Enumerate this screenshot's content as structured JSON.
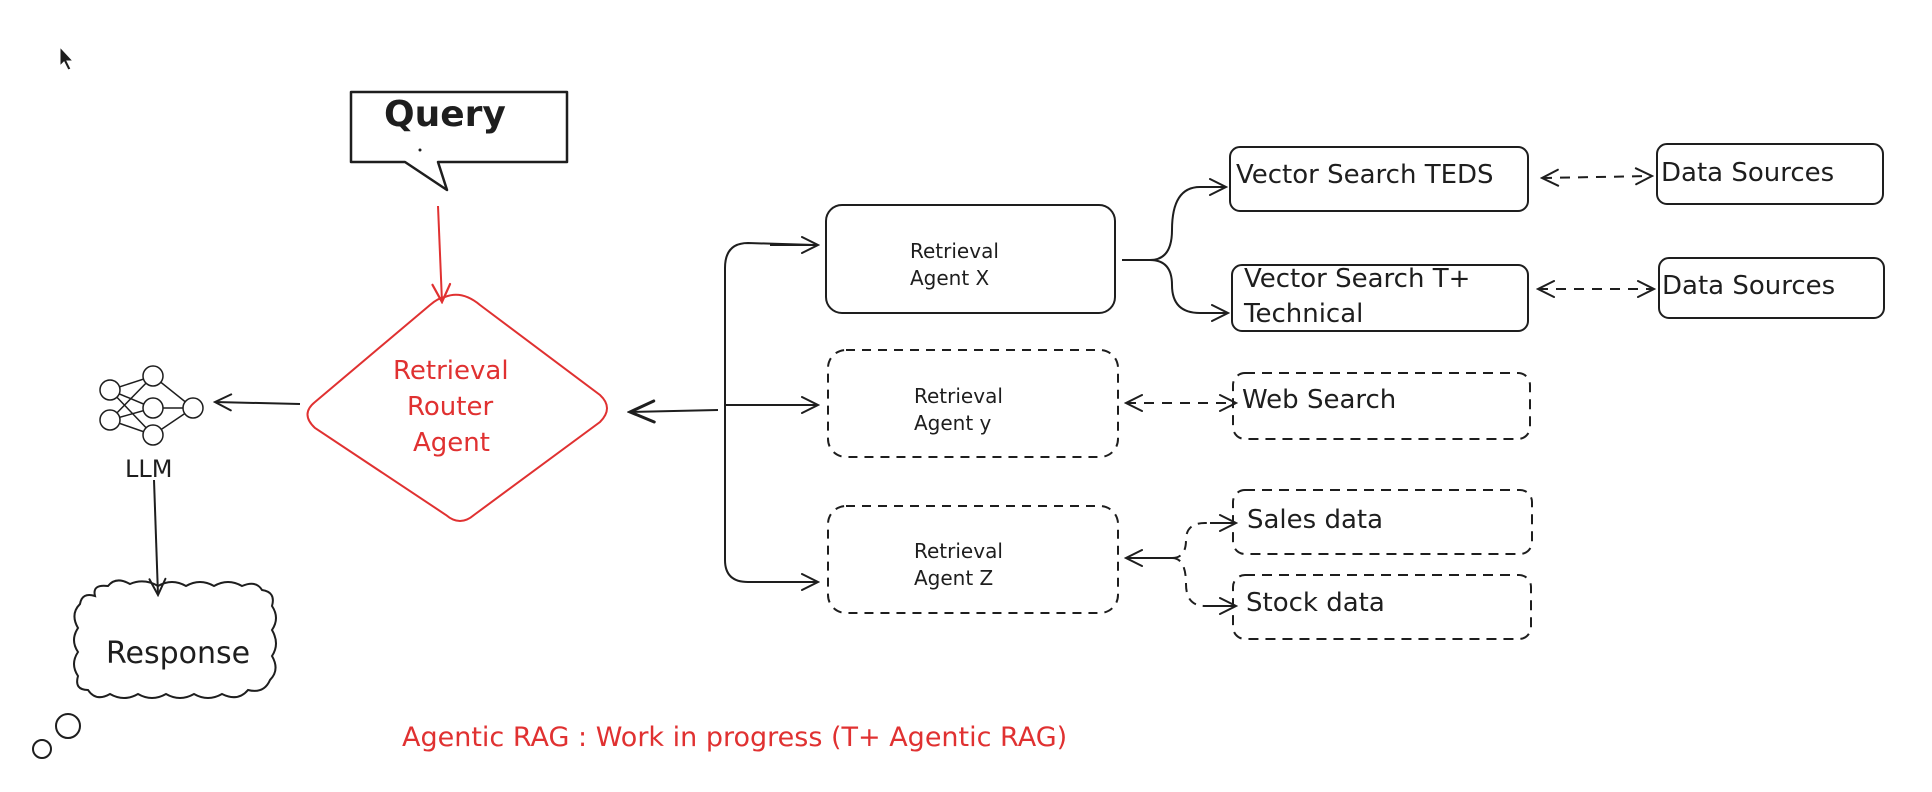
{
  "colors": {
    "ink": "#1e1e1e",
    "accent": "#e03131",
    "background": "#ffffff"
  },
  "query_label": "Query",
  "router": {
    "line1": "Retrieval",
    "line2": "Router",
    "line3": "Agent"
  },
  "llm": {
    "label": "LLM",
    "icon": "neural-network-icon"
  },
  "response_label": "Response",
  "agents": {
    "x": {
      "line1": "Retrieval",
      "line2": "Agent X"
    },
    "y": {
      "line1": "Retrieval",
      "line2": "Agent y"
    },
    "z": {
      "line1": "Retrieval",
      "line2": "Agent Z"
    }
  },
  "tools": {
    "vector_teds": "Vector Search TEDS",
    "vector_tplus_line1": "Vector Search T+",
    "vector_tplus_line2": "Technical",
    "web_search": "Web Search",
    "sales_data": "Sales data",
    "stock_data": "Stock data"
  },
  "sources": {
    "source_1": "Data Sources",
    "source_2": "Data Sources"
  },
  "footer_note": "Agentic RAG :  Work in progress (T+ Agentic RAG)",
  "cursor_icon": "mouse-pointer-icon"
}
